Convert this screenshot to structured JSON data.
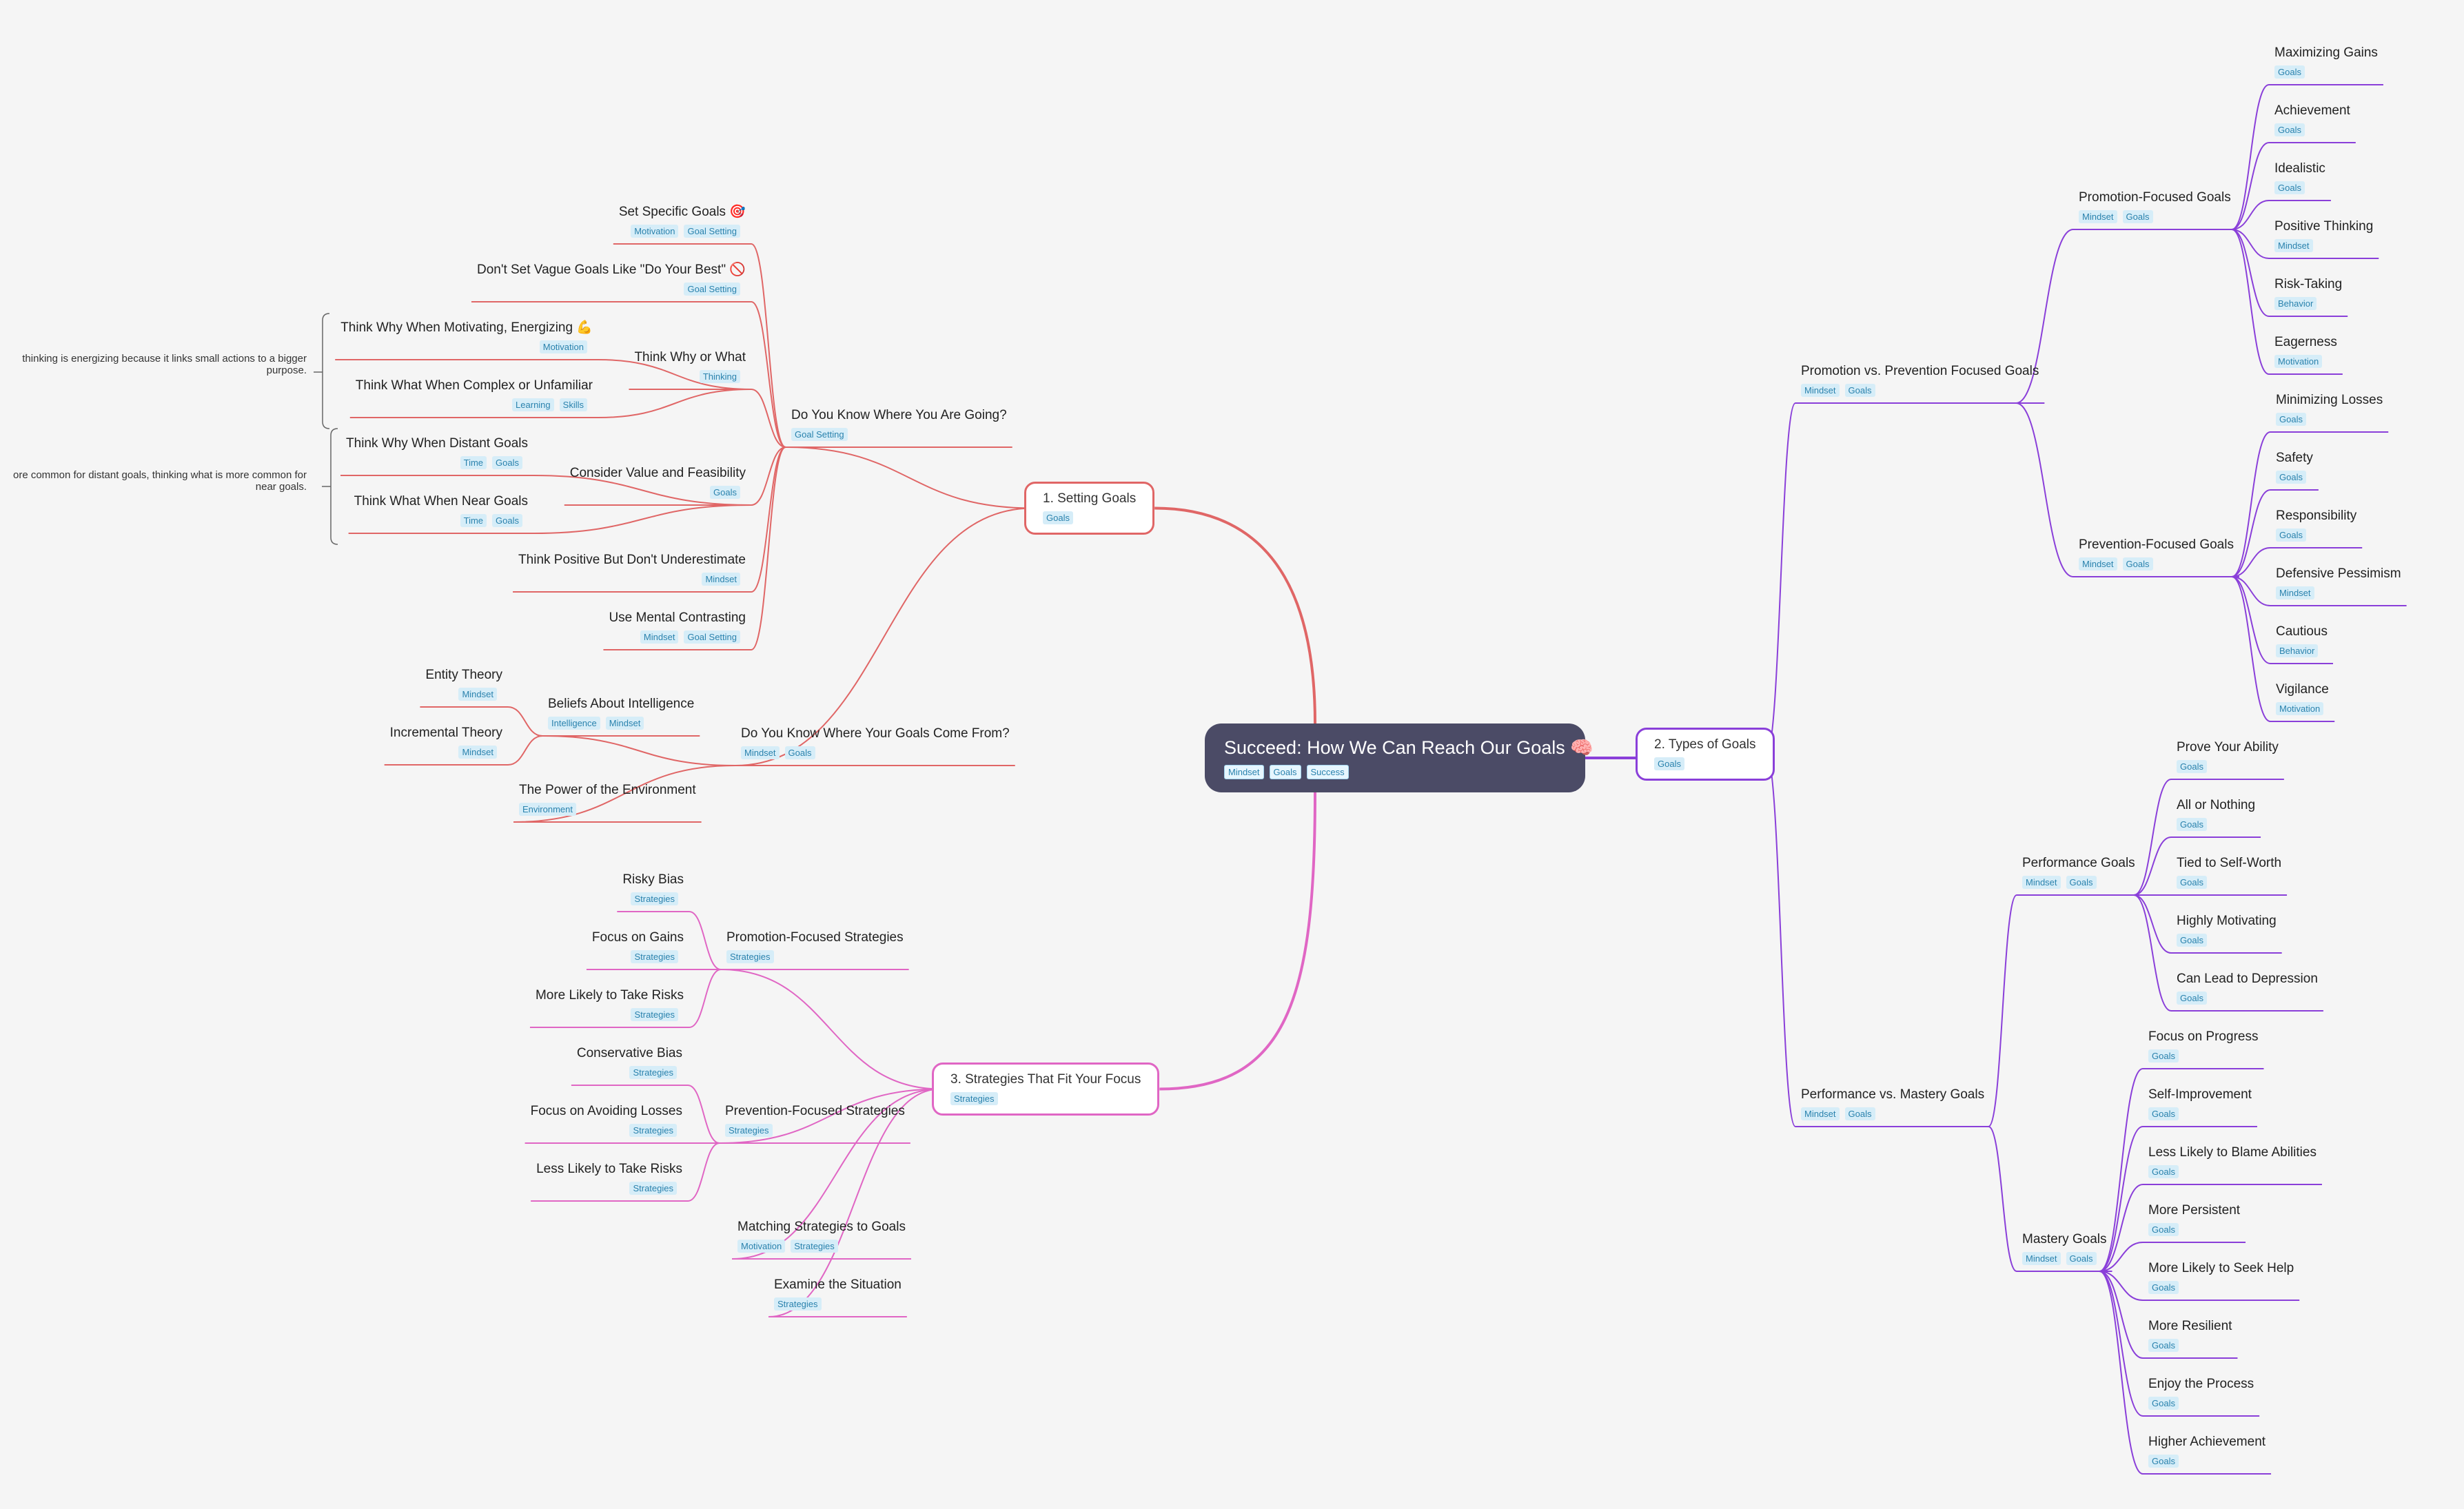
{
  "root": {
    "label": "Succeed: How We Can Reach Our Goals 🧠",
    "tags": [
      "Mindset",
      "Goals",
      "Success"
    ]
  },
  "main": [
    {
      "label": "1. Setting Goals",
      "tags": [
        "Goals"
      ],
      "color": "#e06666"
    },
    {
      "label": "2. Types of Goals",
      "tags": [
        "Goals"
      ],
      "color": "#8a3fd9"
    },
    {
      "label": "3. Strategies That Fit Your Focus",
      "tags": [
        "Strategies"
      ],
      "color": "#e066c4"
    }
  ],
  "setting_goals": {
    "where_going": {
      "label": "Do You Know Where You Are Going?",
      "tags": [
        "Goal Setting"
      ],
      "items": [
        {
          "label": "Set Specific Goals 🎯",
          "tags": [
            "Motivation",
            "Goal Setting"
          ]
        },
        {
          "label": "Don't Set Vague Goals Like \"Do Your Best\" 🚫",
          "tags": [
            "Goal Setting"
          ]
        },
        {
          "label": "Think Why or What",
          "tags": [
            "Thinking"
          ]
        },
        {
          "label": "Consider Value and Feasibility",
          "tags": [
            "Goals"
          ]
        },
        {
          "label": "Think Positive But Don't Underestimate",
          "tags": [
            "Mindset"
          ]
        },
        {
          "label": "Use Mental Contrasting",
          "tags": [
            "Mindset",
            "Goal Setting"
          ]
        }
      ],
      "why_what": [
        {
          "label": "Think Why When Motivating, Energizing 💪",
          "tags": [
            "Motivation"
          ]
        },
        {
          "label": "Think What When Complex or Unfamiliar",
          "tags": [
            "Learning",
            "Skills"
          ]
        }
      ],
      "value_feasibility": [
        {
          "label": "Think Why When Distant Goals",
          "tags": [
            "Time",
            "Goals"
          ]
        },
        {
          "label": "Think What When Near Goals",
          "tags": [
            "Time",
            "Goals"
          ]
        }
      ],
      "note1": [
        "thinking is energizing because it links small actions to a bigger",
        "purpose."
      ],
      "note2": [
        "ore common for distant goals, thinking what is more common for",
        "near goals."
      ]
    },
    "goals_come_from": {
      "label": "Do You Know Where Your Goals Come From?",
      "tags": [
        "Mindset",
        "Goals"
      ],
      "beliefs": {
        "label": "Beliefs About Intelligence",
        "tags": [
          "Intelligence",
          "Mindset"
        ]
      },
      "beliefs_children": [
        {
          "label": "Entity Theory",
          "tags": [
            "Mindset"
          ]
        },
        {
          "label": "Incremental Theory",
          "tags": [
            "Mindset"
          ]
        }
      ],
      "environment": {
        "label": "The Power of the Environment",
        "tags": [
          "Environment"
        ]
      }
    }
  },
  "types_of_goals": {
    "promo_prev": {
      "label": "Promotion vs. Prevention Focused Goals",
      "tags": [
        "Mindset",
        "Goals"
      ],
      "promotion": {
        "label": "Promotion-Focused Goals",
        "tags": [
          "Mindset",
          "Goals"
        ],
        "items": [
          {
            "label": "Maximizing Gains",
            "tags": [
              "Goals"
            ]
          },
          {
            "label": "Achievement",
            "tags": [
              "Goals"
            ]
          },
          {
            "label": "Idealistic",
            "tags": [
              "Goals"
            ]
          },
          {
            "label": "Positive Thinking",
            "tags": [
              "Mindset"
            ]
          },
          {
            "label": "Risk-Taking",
            "tags": [
              "Behavior"
            ]
          },
          {
            "label": "Eagerness",
            "tags": [
              "Motivation"
            ]
          }
        ]
      },
      "prevention": {
        "label": "Prevention-Focused Goals",
        "tags": [
          "Mindset",
          "Goals"
        ],
        "items": [
          {
            "label": "Minimizing Losses",
            "tags": [
              "Goals"
            ]
          },
          {
            "label": "Safety",
            "tags": [
              "Goals"
            ]
          },
          {
            "label": "Responsibility",
            "tags": [
              "Goals"
            ]
          },
          {
            "label": "Defensive Pessimism",
            "tags": [
              "Mindset"
            ]
          },
          {
            "label": "Cautious",
            "tags": [
              "Behavior"
            ]
          },
          {
            "label": "Vigilance",
            "tags": [
              "Motivation"
            ]
          }
        ]
      }
    },
    "perf_mastery": {
      "label": "Performance vs. Mastery Goals",
      "tags": [
        "Mindset",
        "Goals"
      ],
      "performance": {
        "label": "Performance Goals",
        "tags": [
          "Mindset",
          "Goals"
        ],
        "items": [
          {
            "label": "Prove Your Ability",
            "tags": [
              "Goals"
            ]
          },
          {
            "label": "All or Nothing",
            "tags": [
              "Goals"
            ]
          },
          {
            "label": "Tied to Self-Worth",
            "tags": [
              "Goals"
            ]
          },
          {
            "label": "Highly Motivating",
            "tags": [
              "Goals"
            ]
          },
          {
            "label": "Can Lead to Depression",
            "tags": [
              "Goals"
            ]
          }
        ]
      },
      "mastery": {
        "label": "Mastery Goals",
        "tags": [
          "Mindset",
          "Goals"
        ],
        "items": [
          {
            "label": "Focus on Progress",
            "tags": [
              "Goals"
            ]
          },
          {
            "label": "Self-Improvement",
            "tags": [
              "Goals"
            ]
          },
          {
            "label": "Less Likely to Blame Abilities",
            "tags": [
              "Goals"
            ]
          },
          {
            "label": "More Persistent",
            "tags": [
              "Goals"
            ]
          },
          {
            "label": "More Likely to Seek Help",
            "tags": [
              "Goals"
            ]
          },
          {
            "label": "More Resilient",
            "tags": [
              "Goals"
            ]
          },
          {
            "label": "Enjoy the Process",
            "tags": [
              "Goals"
            ]
          },
          {
            "label": "Higher Achievement",
            "tags": [
              "Goals"
            ]
          }
        ]
      }
    }
  },
  "strategies": {
    "promotion": {
      "label": "Promotion-Focused Strategies",
      "tags": [
        "Strategies"
      ],
      "items": [
        {
          "label": "Risky Bias",
          "tags": [
            "Strategies"
          ]
        },
        {
          "label": "Focus on Gains",
          "tags": [
            "Strategies"
          ]
        },
        {
          "label": "More Likely to Take Risks",
          "tags": [
            "Strategies"
          ]
        }
      ]
    },
    "prevention": {
      "label": "Prevention-Focused Strategies",
      "tags": [
        "Strategies"
      ],
      "items": [
        {
          "label": "Conservative Bias",
          "tags": [
            "Strategies"
          ]
        },
        {
          "label": "Focus on Avoiding Losses",
          "tags": [
            "Strategies"
          ]
        },
        {
          "label": "Less Likely to Take Risks",
          "tags": [
            "Strategies"
          ]
        }
      ]
    },
    "matching": {
      "label": "Matching Strategies to Goals",
      "tags": [
        "Motivation",
        "Strategies"
      ]
    },
    "examine": {
      "label": "Examine the Situation",
      "tags": [
        "Strategies"
      ]
    }
  }
}
